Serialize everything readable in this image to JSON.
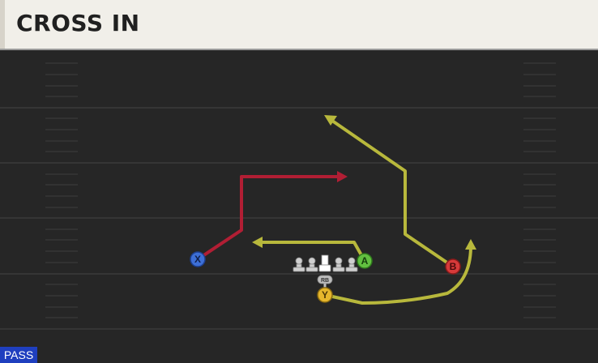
{
  "play": {
    "title": "CROSS IN",
    "type_badge": "PASS"
  },
  "players": {
    "x": {
      "letter": "X",
      "color": "#3d6fd6"
    },
    "a": {
      "letter": "A",
      "color": "#62c040"
    },
    "b": {
      "letter": "B",
      "color": "#d63a3a"
    },
    "y": {
      "letter": "Y",
      "color": "#e6b62c"
    },
    "rb": {
      "label": "RB"
    }
  },
  "routes": {
    "primary_color": "#b11e34",
    "secondary_color": "#b8b83c"
  }
}
